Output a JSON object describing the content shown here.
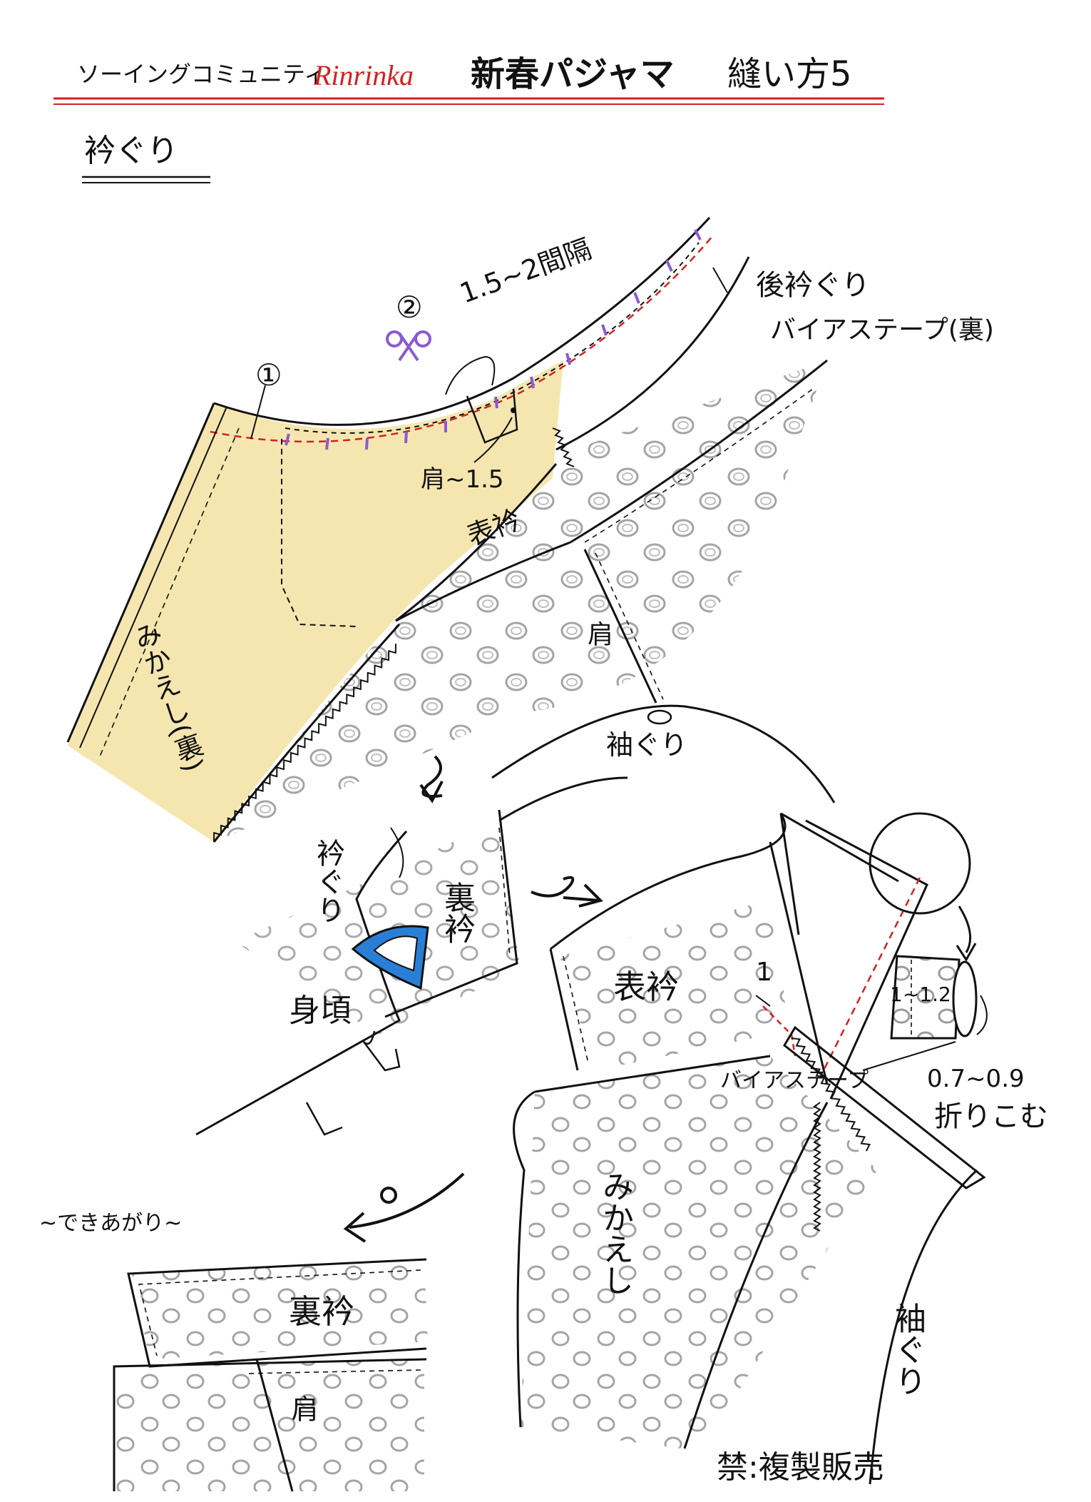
{
  "header": {
    "community": "ソーイングコミュニティ",
    "brand": "Rinrinka",
    "title": "新春パジャマ",
    "step": "縫い方5"
  },
  "section": {
    "title": "衿ぐり"
  },
  "panel1": {
    "marker1": "①",
    "marker2": "②",
    "spacing": "1.5~2間隔",
    "back_neck": "後衿ぐり",
    "bias_tape_back": "バイアステープ(裏)",
    "shoulder_allowance": "肩~1.5",
    "front_collar": "表衿",
    "shoulder": "肩",
    "facing_back": "みかえし(裏)",
    "armhole": "袖ぐり"
  },
  "panel2": {
    "neckline": "衿ぐり",
    "under_collar": "裏衿",
    "bodice": "身頃"
  },
  "panel3": {
    "front_collar": "表衿",
    "mark_one": "1",
    "width": "1~1.2",
    "bias_tape": "バイアステープ",
    "fold": "0.7~0.9",
    "fold_in": "折りこむ",
    "facing": "みかえし",
    "armhole": "袖ぐり"
  },
  "panel4": {
    "finished": "~できあがり~",
    "under_collar": "裏衿",
    "shoulder": "肩"
  },
  "footer": {
    "notice": "禁:複製販売"
  },
  "colors": {
    "red_line": "#d42020",
    "purple": "#8a5ad8",
    "blue_iron": "#2a7ed6",
    "facing_fill": "#f3e2a2",
    "dots": "#9a9a9a"
  }
}
